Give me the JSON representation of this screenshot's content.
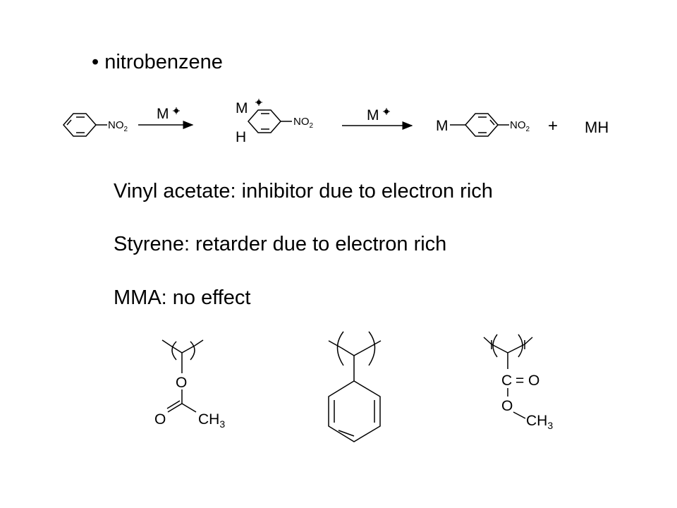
{
  "bullet": {
    "symbol": "•",
    "text": "nitrobenzene"
  },
  "reaction": {
    "reactant_group": [
      "NO",
      "2"
    ],
    "reagent_1": "M",
    "reagent_2": "M",
    "intermediate_M": "M",
    "intermediate_H": "H",
    "intermediate_group": [
      "NO",
      "2"
    ],
    "product_M": "M",
    "product_group": [
      "NO",
      "2"
    ],
    "plus": "+",
    "byproduct": "MH"
  },
  "statements": [
    "Vinyl acetate: inhibitor due to electron rich",
    "Styrene: retarder due to electron rich",
    "MMA: no effect"
  ],
  "structures": {
    "vinyl_acetate": {
      "ether_o": "O",
      "carbonyl_o": "O",
      "methyl": [
        "CH",
        "3"
      ]
    },
    "styrene": {},
    "mma": {
      "c": "C",
      "eq": "=",
      "carbonyl_o": "O",
      "ester_o": "O",
      "methyl": [
        "CH",
        "3"
      ]
    }
  },
  "colors": {
    "text": "#000000",
    "background": "#ffffff"
  }
}
